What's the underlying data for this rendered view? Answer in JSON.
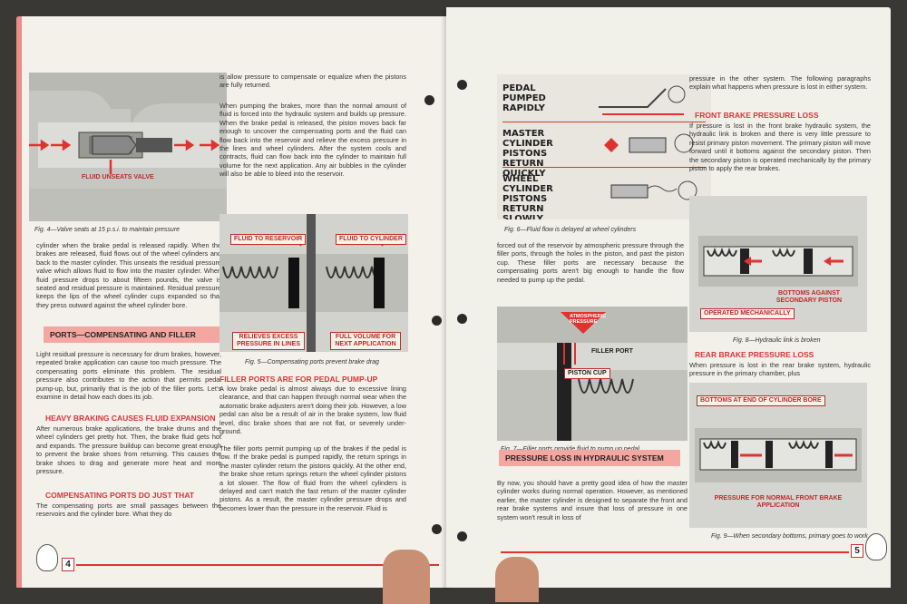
{
  "left_page": {
    "col1": {
      "fig4": {
        "label": "FLUID UNSEATS VALVE",
        "caption": "Fig. 4—Valve seats at 15 p.s.i. to maintain pressure"
      },
      "para1": "cylinder when the brake pedal is released rapidly. When the brakes are released, fluid flows out of the wheel cylinders and back to the master cylinder. This unseats the residual pressure valve which allows fluid to flow into the master cylinder. When fluid pressure drops to about fifteen pounds, the valve is seated and residual pressure is maintained. Residual pressure keeps the lips of the wheel cylinder cups expanded so that they press outward against the wheel cylinder bore.",
      "bar1": "PORTS—COMPENSATING AND FILLER",
      "para2": "Light residual pressure is necessary for drum brakes, however, repeated brake application can cause too much pressure. The compensating ports eliminate this problem. The residual pressure also contributes to the action that permits pedal pump-up, but, primarily that is the job of the filler ports. Let's examine in detail how each does its job.",
      "head1": "HEAVY BRAKING CAUSES FLUID EXPANSION",
      "para3": "After numerous brake applications, the brake drums and the wheel cylinders get pretty hot. Then, the brake fluid gets hot and expands. The pressure buildup can become great enough to prevent the brake shoes from returning. This causes the brake shoes to drag and generate more heat and more pressure.",
      "head2": "COMPENSATING PORTS DO JUST THAT",
      "para4": "The compensating ports are small passages between the reservoirs and the cylinder bore. What they do"
    },
    "col2": {
      "para1": "is allow pressure to compensate or equalize when the pistons are fully returned.",
      "para2": "When pumping the brakes, more than the normal amount of fluid is forced into the hydraulic system and builds up pressure. When the brake pedal is released, the piston moves back far enough to uncover the compensating ports and the fluid can flow back into the reservoir and relieve the excess pressure in the lines and wheel cylinders. After the system cools and contracts, fluid can flow back into the cylinder to maintain full volume for the next application. Any air bubbles in the cylinder will also be able to bleed into the reservoir.",
      "fig5": {
        "label1": "FLUID TO RESERVOIR",
        "label2": "FLUID TO CYLINDER",
        "label3": "RELIEVES EXCESS PRESSURE IN LINES",
        "label4": "FULL VOLUME FOR NEXT APPLICATION",
        "caption": "Fig. 5—Compensating ports prevent brake drag"
      },
      "head1": "FILLER PORTS ARE FOR PEDAL PUMP-UP",
      "para3": "A low brake pedal is almost always due to excessive lining clearance, and that can happen through normal wear when the automatic brake adjusters aren't doing their job. However, a low pedal can also be a result of air in the brake system, low fluid level, disc brake shoes that are not flat, or severely under-ground.",
      "para4": "The filler ports permit pumping up of the brakes if the pedal is low. If the brake pedal is pumped rapidly, the return springs in the master cylinder return the pistons quickly. At the other end, the brake shoe return springs return the wheel cylinder pistons a lot slower. The flow of fluid from the wheel cylinders is delayed and can't match the fast return of the master cylinder pistons. As a result, the master cylinder pressure drops and becomes lower than the pressure in the reservoir. Fluid is"
    },
    "page_number": "4"
  },
  "right_page": {
    "col1": {
      "fig6": {
        "row1": "PEDAL PUMPED RAPIDLY",
        "row2": "MASTER CYLINDER PISTONS RETURN QUICKLY",
        "row3": "WHEEL CYLINDER PISTONS RETURN SLOWLY",
        "caption": "Fig. 6—Fluid flow is delayed at wheel cylinders"
      },
      "para1": "forced out of the reservoir by atmospheric pressure through the filler ports, through the holes in the piston, and past the piston cup. These filler ports are necessary because the compensating ports aren't big enough to handle the flow needed to pump up the pedal.",
      "fig7": {
        "label1": "ATMOSPHERIC PRESSURE",
        "label2": "FILLER PORT",
        "label3": "PISTON CUP",
        "caption": "Fig. 7—Filler ports provide fluid to pump up pedal"
      },
      "bar1": "PRESSURE LOSS IN HYDRAULIC SYSTEM",
      "para2": "By now, you should have a pretty good idea of how the master cylinder works during normal operation. However, as mentioned earlier, the master cylinder is designed to separate the front and rear brake systems and insure that loss of pressure in one system won't result in loss of"
    },
    "col2": {
      "para1": "pressure in the other system. The following paragraphs explain what happens when pressure is lost in either system.",
      "head1": "FRONT BRAKE PRESSURE LOSS",
      "para2": "If pressure is lost in the front brake hydraulic system, the hydraulic link is broken and there is very little pressure to resist primary piston movement. The primary piston will move forward until it bottoms against the secondary piston. Then the secondary piston is operated mechanically by the primary piston to apply the rear brakes.",
      "fig8": {
        "label1": "BOTTOMS AGAINST SECONDARY PISTON",
        "label2": "OPERATED MECHANICALLY",
        "caption": "Fig. 8—Hydraulic link is broken"
      },
      "head2": "REAR BRAKE PRESSURE LOSS",
      "para3": "When pressure is lost in the rear brake system, hydraulic pressure in the primary chamber, plus",
      "fig9": {
        "label1": "BOTTOMS AT END OF CYLINDER BORE",
        "label2": "PRESSURE FOR NORMAL FRONT BRAKE APPLICATION",
        "caption": "Fig. 9—When secondary bottoms, primary goes to work"
      }
    },
    "page_number": "5"
  },
  "colors": {
    "accent_red": "#e0332f",
    "bar_pink": "#f4a7a0",
    "paper": "#f3f1ea",
    "figure_gray": "#cdcdc8"
  }
}
